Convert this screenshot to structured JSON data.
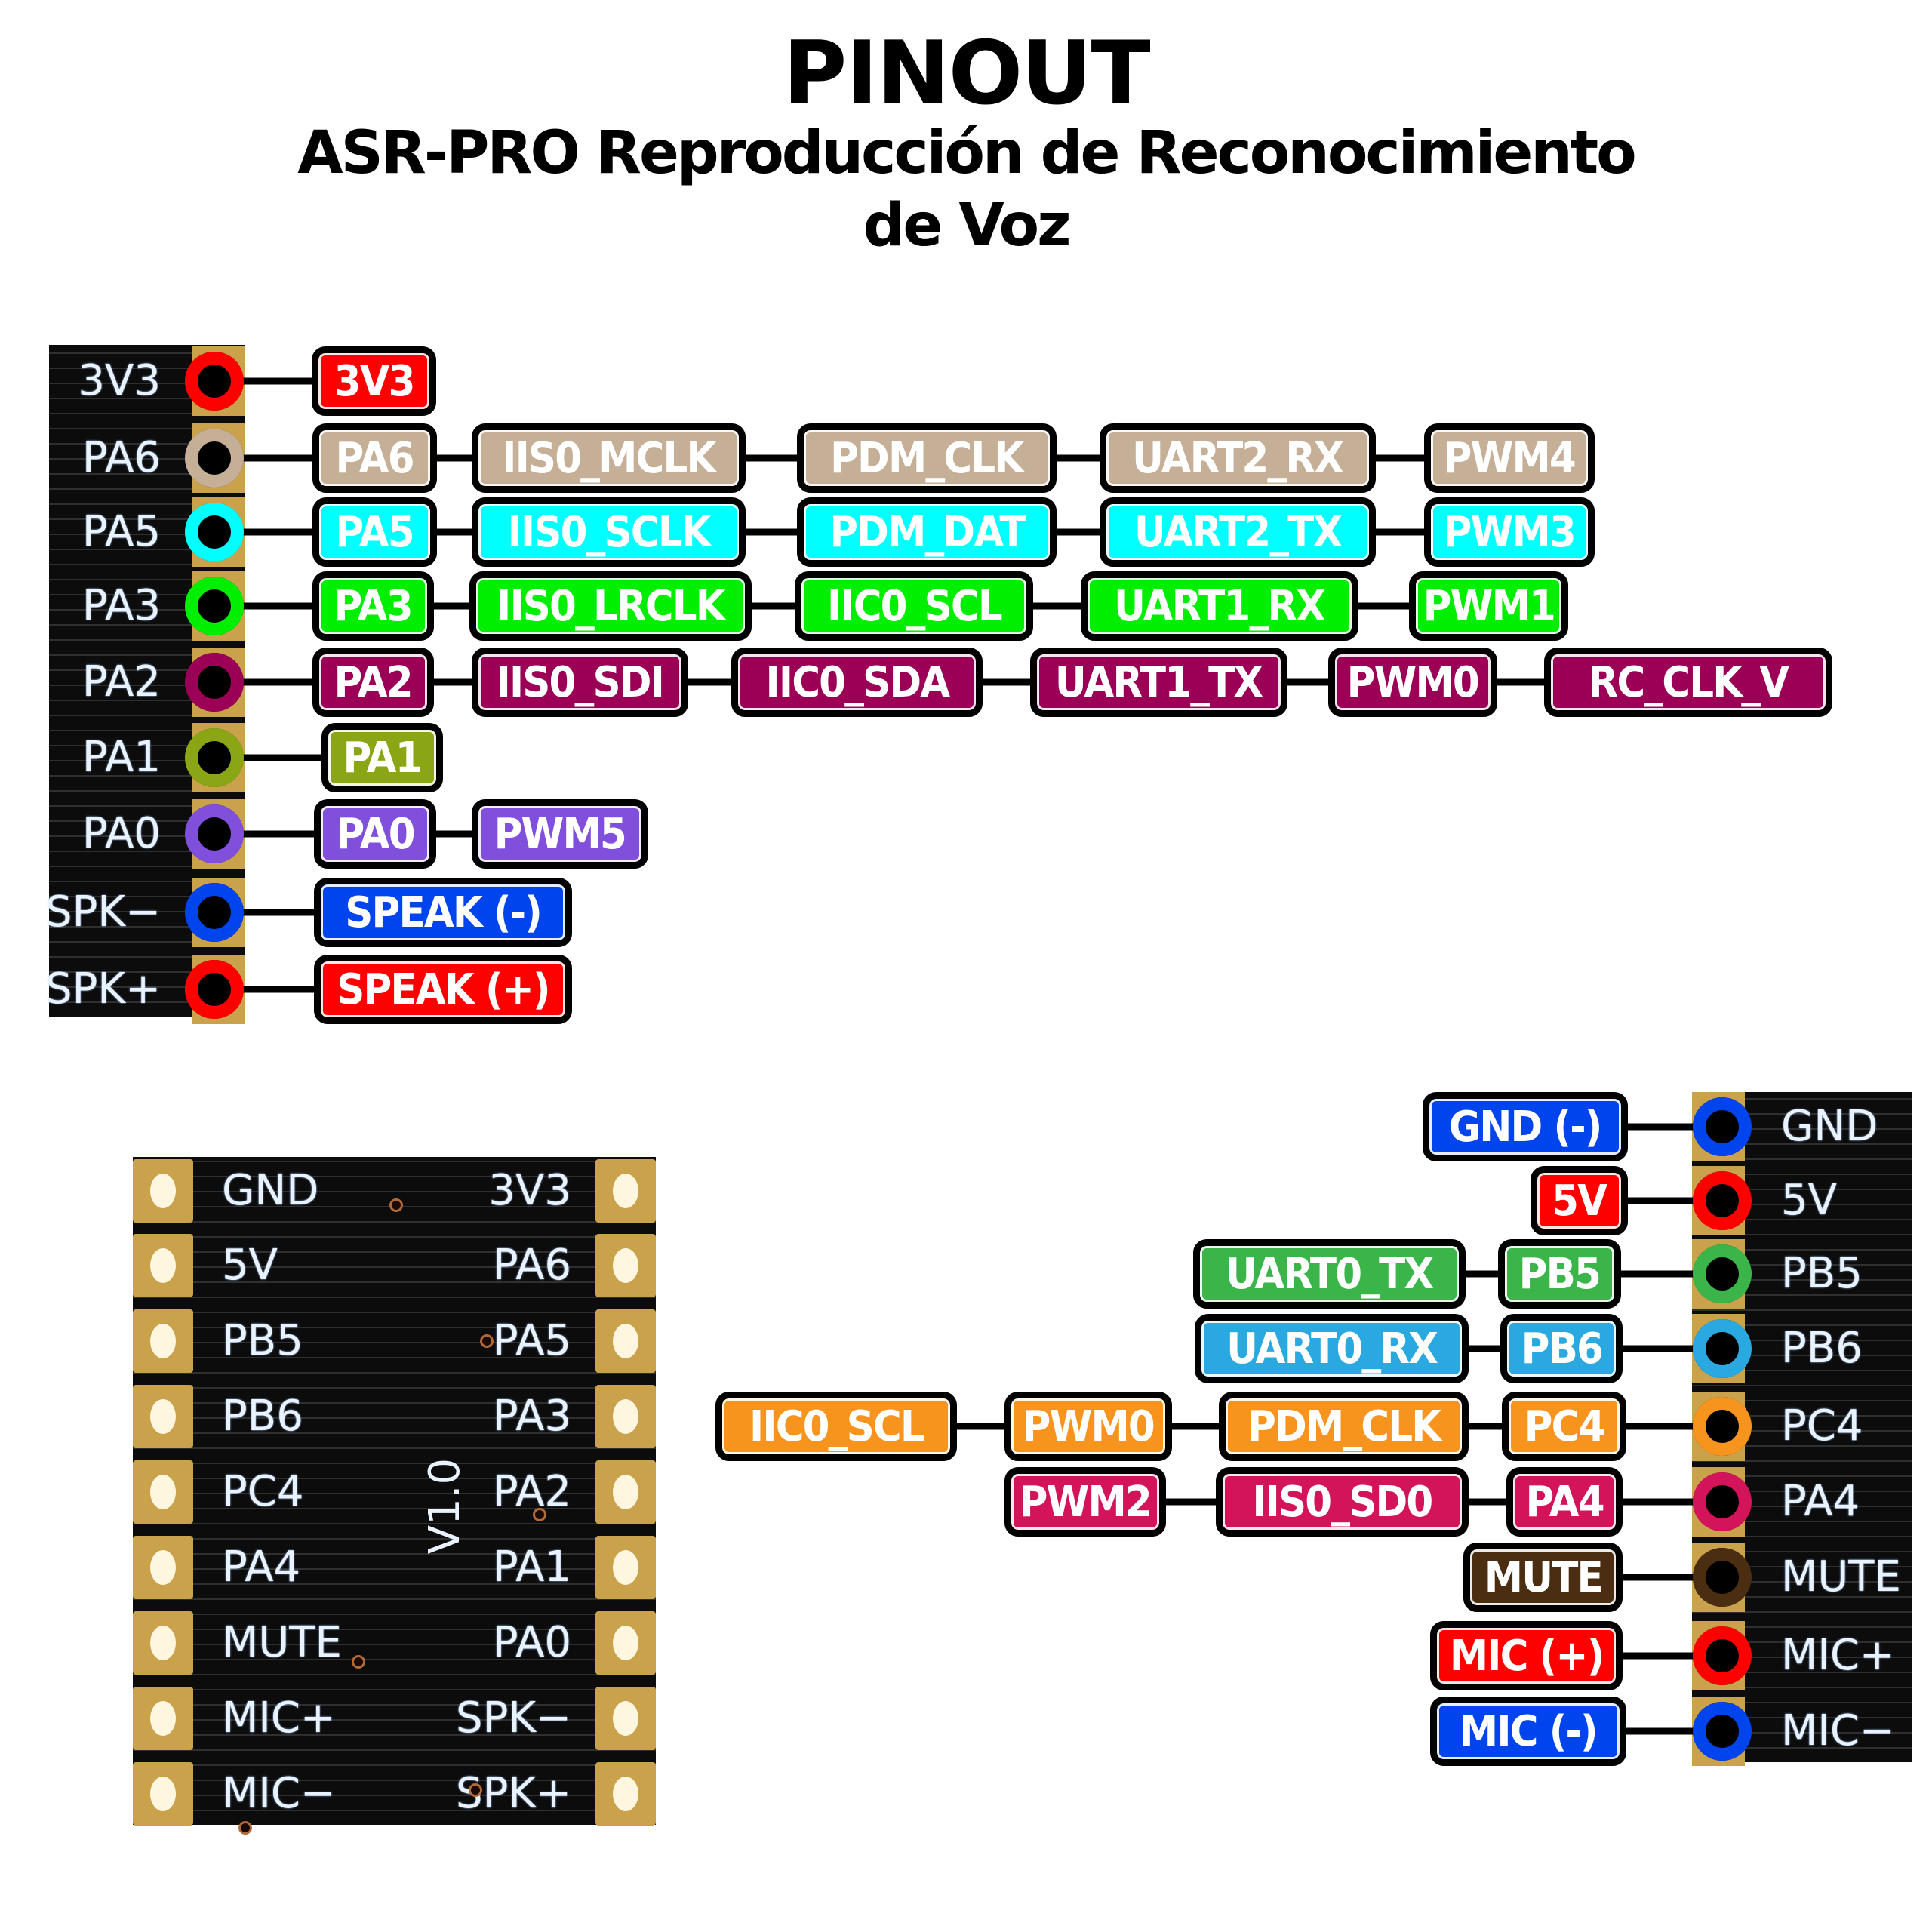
{
  "title": {
    "main": "PINOUT",
    "subtitle_line1": "ASR-PRO Reproducción de Reconocimiento",
    "subtitle_line2": "de Voz"
  },
  "colors": {
    "red": "#FF0000",
    "tan": "#C5AF97",
    "cyan": "#00FFFF",
    "lime": "#00EE00",
    "maroon": "#9C0056",
    "olive": "#8AA614",
    "purple": "#8050DC",
    "blue": "#0044EE",
    "green": "#3BB54A",
    "sky": "#2AA9E0",
    "orange": "#F7941D",
    "pink": "#D4145A",
    "brown": "#4B2D12",
    "board": "#0C0C0C",
    "pad_gold": "#C9A24B"
  },
  "left_header": {
    "pins": [
      {
        "silk": "3V3",
        "color": "red",
        "labels": [
          "3V3"
        ]
      },
      {
        "silk": "PA6",
        "color": "tan",
        "labels": [
          "PA6",
          "IIS0_MCLK",
          "PDM_CLK",
          "UART2_RX",
          "PWM4"
        ]
      },
      {
        "silk": "PA5",
        "color": "cyan",
        "labels": [
          "PA5",
          "IIS0_SCLK",
          "PDM_DAT",
          "UART2_TX",
          "PWM3"
        ]
      },
      {
        "silk": "PA3",
        "color": "lime",
        "labels": [
          "PA3",
          "IIS0_LRCLK",
          "IIC0_SCL",
          "UART1_RX",
          "PWM1"
        ]
      },
      {
        "silk": "PA2",
        "color": "maroon",
        "labels": [
          "PA2",
          "IIS0_SDI",
          "IIC0_SDA",
          "UART1_TX",
          "PWM0",
          "RC_CLK_V"
        ]
      },
      {
        "silk": "PA1",
        "color": "olive",
        "labels": [
          "PA1"
        ]
      },
      {
        "silk": "PA0",
        "color": "purple",
        "labels": [
          "PA0",
          "PWM5"
        ]
      },
      {
        "silk": "SPK−",
        "color": "blue",
        "labels": [
          "SPEAK (-)"
        ]
      },
      {
        "silk": "SPK+",
        "color": "red",
        "labels": [
          "SPEAK (+)"
        ]
      }
    ]
  },
  "right_header": {
    "pins": [
      {
        "silk": "GND",
        "color": "blue",
        "labels": [
          "GND (-)"
        ]
      },
      {
        "silk": "5V",
        "color": "red",
        "labels": [
          "5V"
        ]
      },
      {
        "silk": "PB5",
        "color": "green",
        "labels": [
          "PB5",
          "UART0_TX"
        ]
      },
      {
        "silk": "PB6",
        "color": "sky",
        "labels": [
          "PB6",
          "UART0_RX"
        ]
      },
      {
        "silk": "PC4",
        "color": "orange",
        "labels": [
          "PC4",
          "PDM_CLK",
          "PWM0",
          "IIC0_SCL"
        ]
      },
      {
        "silk": "PA4",
        "color": "pink",
        "labels": [
          "PA4",
          "IIS0_SD0",
          "PWM2"
        ]
      },
      {
        "silk": "MUTE",
        "color": "brown",
        "labels": [
          "MUTE"
        ]
      },
      {
        "silk": "MIC+",
        "color": "red",
        "labels": [
          "MIC (+)"
        ]
      },
      {
        "silk": "MIC−",
        "color": "blue",
        "labels": [
          "MIC (-)"
        ]
      }
    ]
  },
  "module": {
    "version": "V1.0",
    "left_pins": [
      "GND",
      "5V",
      "PB5",
      "PB6",
      "PC4",
      "PA4",
      "MUTE",
      "MIC+",
      "MIC−"
    ],
    "right_pins": [
      "3V3",
      "PA6",
      "PA5",
      "PA3",
      "PA2",
      "PA1",
      "PA0",
      "SPK−",
      "SPK+"
    ]
  }
}
